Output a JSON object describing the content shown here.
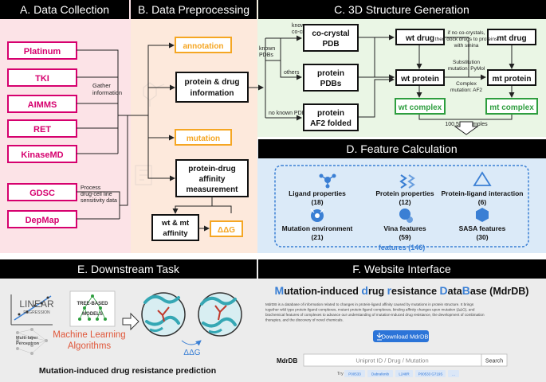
{
  "panel_a": {
    "title": "A. Data Collection",
    "sources": [
      "Platinum",
      "TKI",
      "AIMMS",
      "RET",
      "KinaseMD",
      "GDSC",
      "DepMap"
    ],
    "note_gather_1": "Gather",
    "note_gather_2": "information",
    "note_process_1": "Process",
    "note_process_2": "drug-cell line",
    "note_process_3": "sensitivity data"
  },
  "panel_b": {
    "title": "B. Data Preprocessing",
    "annotation": "annotation",
    "protein_drug_1": "protein & drug",
    "protein_drug_2": "information",
    "mutation": "mutation",
    "affinity_1": "protein-drug",
    "affinity_2": "affinity",
    "affinity_3": "measurement",
    "wtmt_1": "wt & mt",
    "wtmt_2": "affinity",
    "ddg": "ΔΔG"
  },
  "panel_c": {
    "title": "C. 3D Structure Generation",
    "lbl_known_cocrystal_1": "known",
    "lbl_known_cocrystal_2": "co-crystal",
    "lbl_known_pdbs_1": "known",
    "lbl_known_pdbs_2": "PDBs",
    "lbl_others": "others",
    "lbl_no_known": "no known PDBs",
    "cocrystal_1": "co-crystal",
    "cocrystal_2": "PDB",
    "protein_pdbs_1": "protein",
    "protein_pdbs_2": "PDBs",
    "af2_1": "protein",
    "af2_2": "AF2 folded",
    "wt_drug": "wt drug",
    "mt_drug": "mt drug",
    "wt_protein": "wt protein",
    "mt_protein": "mt protein",
    "wt_complex": "wt complex",
    "mt_complex": "mt complex",
    "note_dock_1": "if no co-crystals,",
    "note_dock_2": "then dock drugs to proteins",
    "note_dock_3": "with smina",
    "note_sub_1": "Substitution",
    "note_sub_2": "mutation: PyMol",
    "note_cx_1": "Complex",
    "note_cx_2": "mutation: AF2",
    "samples": "100,537 samples"
  },
  "panel_d": {
    "title": "D. Feature Calculation",
    "features": [
      {
        "name": "Ligand properties",
        "count": "(18)",
        "icon": "molecule-icon"
      },
      {
        "name": "Protein properties",
        "count": "(12)",
        "icon": "protein-icon"
      },
      {
        "name": "Protein-ligand interaction",
        "count": "(6)",
        "icon": "triangle-icon"
      },
      {
        "name": "Mutation environment",
        "count": "(21)",
        "icon": "mutation-icon"
      },
      {
        "name": "Vina features",
        "count": "(59)",
        "icon": "vina-icon"
      },
      {
        "name": "SASA features",
        "count": "(30)",
        "icon": "hexagon-icon"
      }
    ],
    "total": "features (146)"
  },
  "panel_e": {
    "title": "E. Downstream Task",
    "linear_1": "LINEAR",
    "linear_2": "REGRESSION",
    "tree_1": "TREE-BASED",
    "tree_2": "MODELS",
    "mlp_1": "Multi-layer",
    "mlp_2": "Perceptron",
    "ml_1": "Machine Learning",
    "ml_2": "Algorithms",
    "ddg": "ΔΔG",
    "caption": "Mutation-induced drug resistance prediction"
  },
  "panel_f": {
    "title": "F. Website Interface",
    "site_title_parts": [
      {
        "text": "M",
        "hl": true
      },
      {
        "text": "utation-induced ",
        "hl": false
      },
      {
        "text": "d",
        "hl": true
      },
      {
        "text": "rug ",
        "hl": false
      },
      {
        "text": "r",
        "hl": true
      },
      {
        "text": "esistance ",
        "hl": false
      },
      {
        "text": "D",
        "hl": true
      },
      {
        "text": "ata",
        "hl": false
      },
      {
        "text": "B",
        "hl": true
      },
      {
        "text": "ase (MdrDB)",
        "hl": false
      }
    ],
    "desc_lines": [
      "MdrDB is a database of information related to changes in protein-ligand affinity caused by mutations in protein structure. It brings",
      "together wild type protein-ligand complexes, mutant protein-ligand complexes, binding affinity changes upon mutation (ΔΔG), and",
      "biochemical features of complexes to advance our understanding of mutation-induced drug resistance, the development of combination",
      "therapies, and the discovery of novel chemicals."
    ],
    "download_label": "Download MdrDB",
    "search_label": "MdrDB",
    "search_placeholder": "Uniprot ID / Drug / Mutation",
    "search_button": "Search",
    "try_label": "Try",
    "examples": [
      "P00533",
      "Dabrafenib",
      "L248R",
      "P00533 G719S",
      "..."
    ]
  },
  "colors": {
    "header_bg": "#000000",
    "pink_bg": "#fce3e7",
    "magenta": "#d6006e",
    "peach_bg": "#fde9dc",
    "orange": "#f5a623",
    "green_bg": "#eaf6e5",
    "green": "#2e9e3f",
    "blue_bg": "#dbeaf8",
    "blue": "#3a7fd4",
    "grey_bg": "#ececec",
    "red_text": "#e0573a"
  }
}
